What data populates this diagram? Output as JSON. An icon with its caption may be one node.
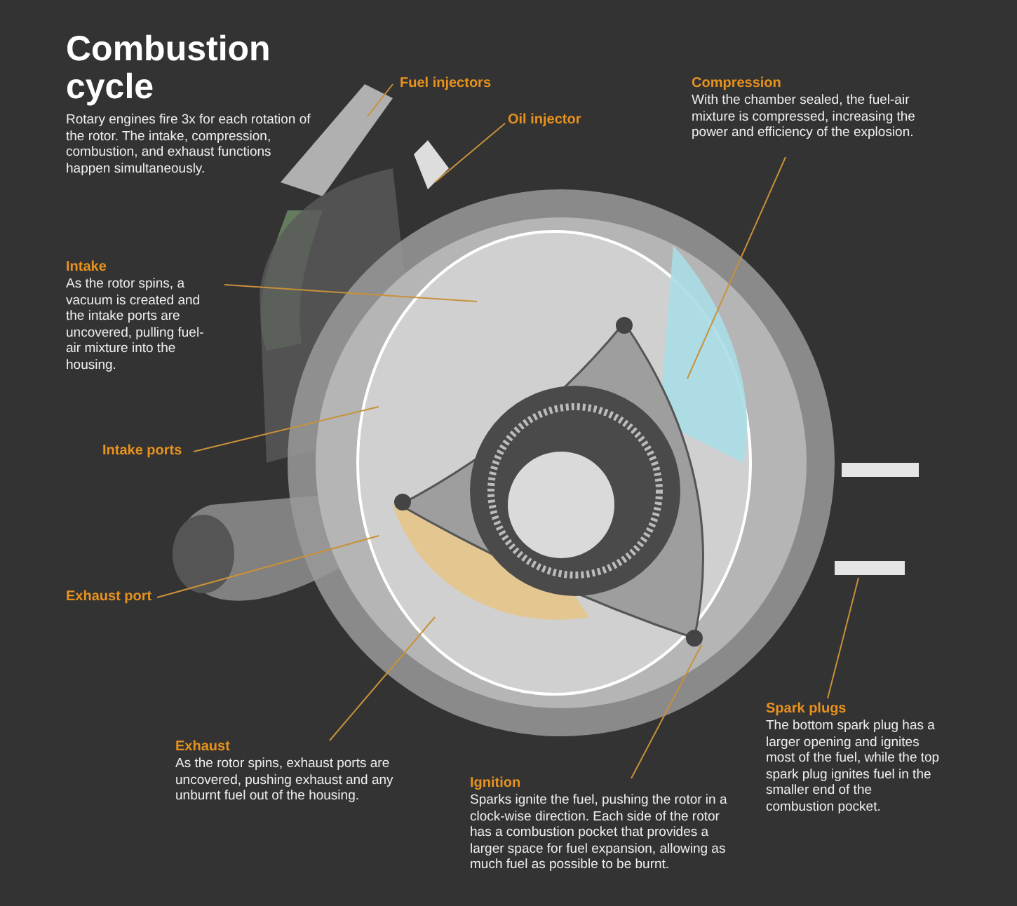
{
  "diagram": {
    "title": "Combustion cycle",
    "nodes": [
      {
        "text": [
          "Fuel injectors"
        ]
      },
      {
        "text": [
          "Oil injector"
        ]
      },
      {
        "text": [
          "Compression",
          "With the chamber sealed, the fuel-air mixture is compressed, increasing the power and efficiency of the explosion."
        ]
      },
      {
        "text": [
          "Intake",
          "As the rotor spins, a vacuum is created and the intake ports are uncovered, pulling fuel-air mixture into the housing."
        ]
      },
      {
        "text": [
          "Intake ports"
        ]
      },
      {
        "text": [
          "Exhaust port"
        ]
      },
      {
        "text": [
          "Exhaust",
          "As the rotor spins, exhaust ports are uncovered, pushing exhaust and any unburnt fuel out of the housing."
        ]
      },
      {
        "text": [
          "Ignition",
          "Sparks ignite the fuel, pushing the rotor in a clock-wise direction. Each side of the rotor has a combustion pocket that provides a larger space for fuel expansion, allowing as much fuel as possible to be burnt."
        ]
      },
      {
        "text": [
          "Spark plugs",
          "The bottom spark plug has a larger opening and ignites most of the fuel, while the top spark plug ignites fuel in the smaller end of the combustion pocket."
        ]
      }
    ],
    "edges": [
      {
        "from": 0,
        "to": null,
        "arrow": "none"
      },
      {
        "from": 1,
        "to": null,
        "arrow": "none"
      },
      {
        "from": 2,
        "to": null,
        "arrow": "none"
      },
      {
        "from": 3,
        "to": null,
        "arrow": "none"
      },
      {
        "from": 4,
        "to": null,
        "arrow": "none"
      },
      {
        "from": 5,
        "to": null,
        "arrow": "none"
      },
      {
        "from": 6,
        "to": null,
        "arrow": "none"
      },
      {
        "from": 7,
        "to": null,
        "arrow": "none"
      },
      {
        "from": 8,
        "to": null,
        "arrow": "none"
      }
    ],
    "labels": [
      "Rotary engines fire 3x for each rotation of the rotor. The intake, compression, combustion, and exhaust functions happen simultaneously."
    ]
  }
}
